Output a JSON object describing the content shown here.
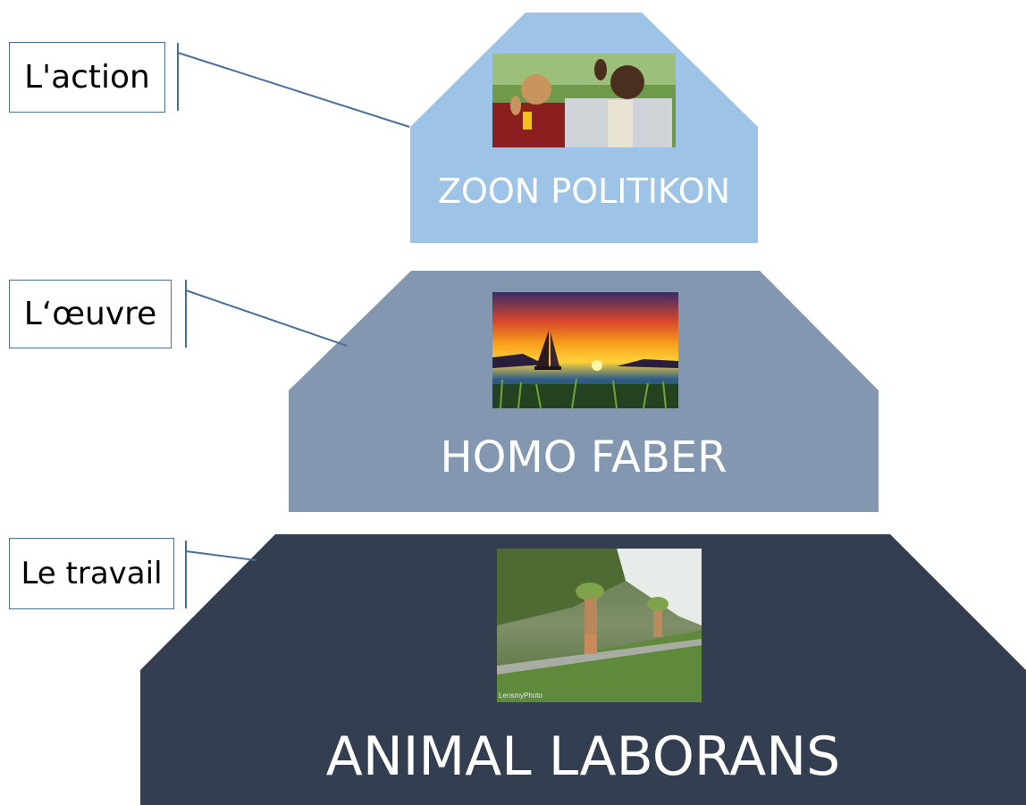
{
  "levels": [
    {
      "title": "ZOON POLITIKON",
      "label": "L'action",
      "photo": "dalai-lama-and-mandela-photo"
    },
    {
      "title": "HOMO FABER",
      "label": "L‘œuvre",
      "photo": "sailboat-sunset-painting"
    },
    {
      "title": "ANIMAL LABORANS",
      "label": "Le travail",
      "photo": "women-carrying-grass-photo",
      "photo_caption": "LensmyPhoto"
    }
  ],
  "colors": {
    "top": "#9dc3e6",
    "middle": "#8497b0",
    "bottom": "#333f50",
    "callout_border": "#4a6f9a"
  }
}
